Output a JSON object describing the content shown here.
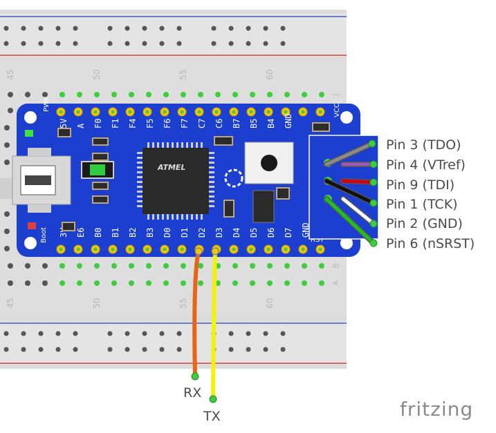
{
  "breadboard": {
    "column_numbers": [
      "45",
      "50",
      "55",
      "60"
    ],
    "row_letters_top": [
      "J"
    ],
    "row_letters_bottom": [
      "B",
      "A"
    ]
  },
  "board": {
    "chip_label": "ATMEL",
    "top_pin_labels": [
      "5V",
      "A",
      "F0",
      "F1",
      "F4",
      "F5",
      "F6",
      "F7",
      "C7",
      "C6",
      "B7",
      "B5",
      "B4",
      "GND"
    ],
    "bottom_pin_labels": [
      "3V",
      "E6",
      "B0",
      "B1",
      "B2",
      "B3",
      "D0",
      "D1",
      "D2",
      "D3",
      "D4",
      "D5",
      "D6",
      "D7",
      "GND"
    ],
    "rst_label": "RST",
    "vcc_label": "VCC",
    "pwr_label": "PWR",
    "boot_label": "Boot"
  },
  "jtag_pins": [
    {
      "label": "Pin 3 (TDO)",
      "color": "#8a8a8a"
    },
    {
      "label": "Pin 4 (VTref)",
      "color": "#9b59b6"
    },
    {
      "label": "Pin 9 (TDI)",
      "color": "#d0021b"
    },
    {
      "label": "Pin 1 (TCK)",
      "color": "#111111"
    },
    {
      "label": "Pin 2 (GND)",
      "color": "#ffffff"
    },
    {
      "label": "Pin 6 (nSRST)",
      "color": "#1fbf1f"
    }
  ],
  "serial_wires": [
    {
      "label": "RX",
      "color": "#e8641b"
    },
    {
      "label": "TX",
      "color": "#f5f20a"
    }
  ],
  "brand": "fritzing"
}
